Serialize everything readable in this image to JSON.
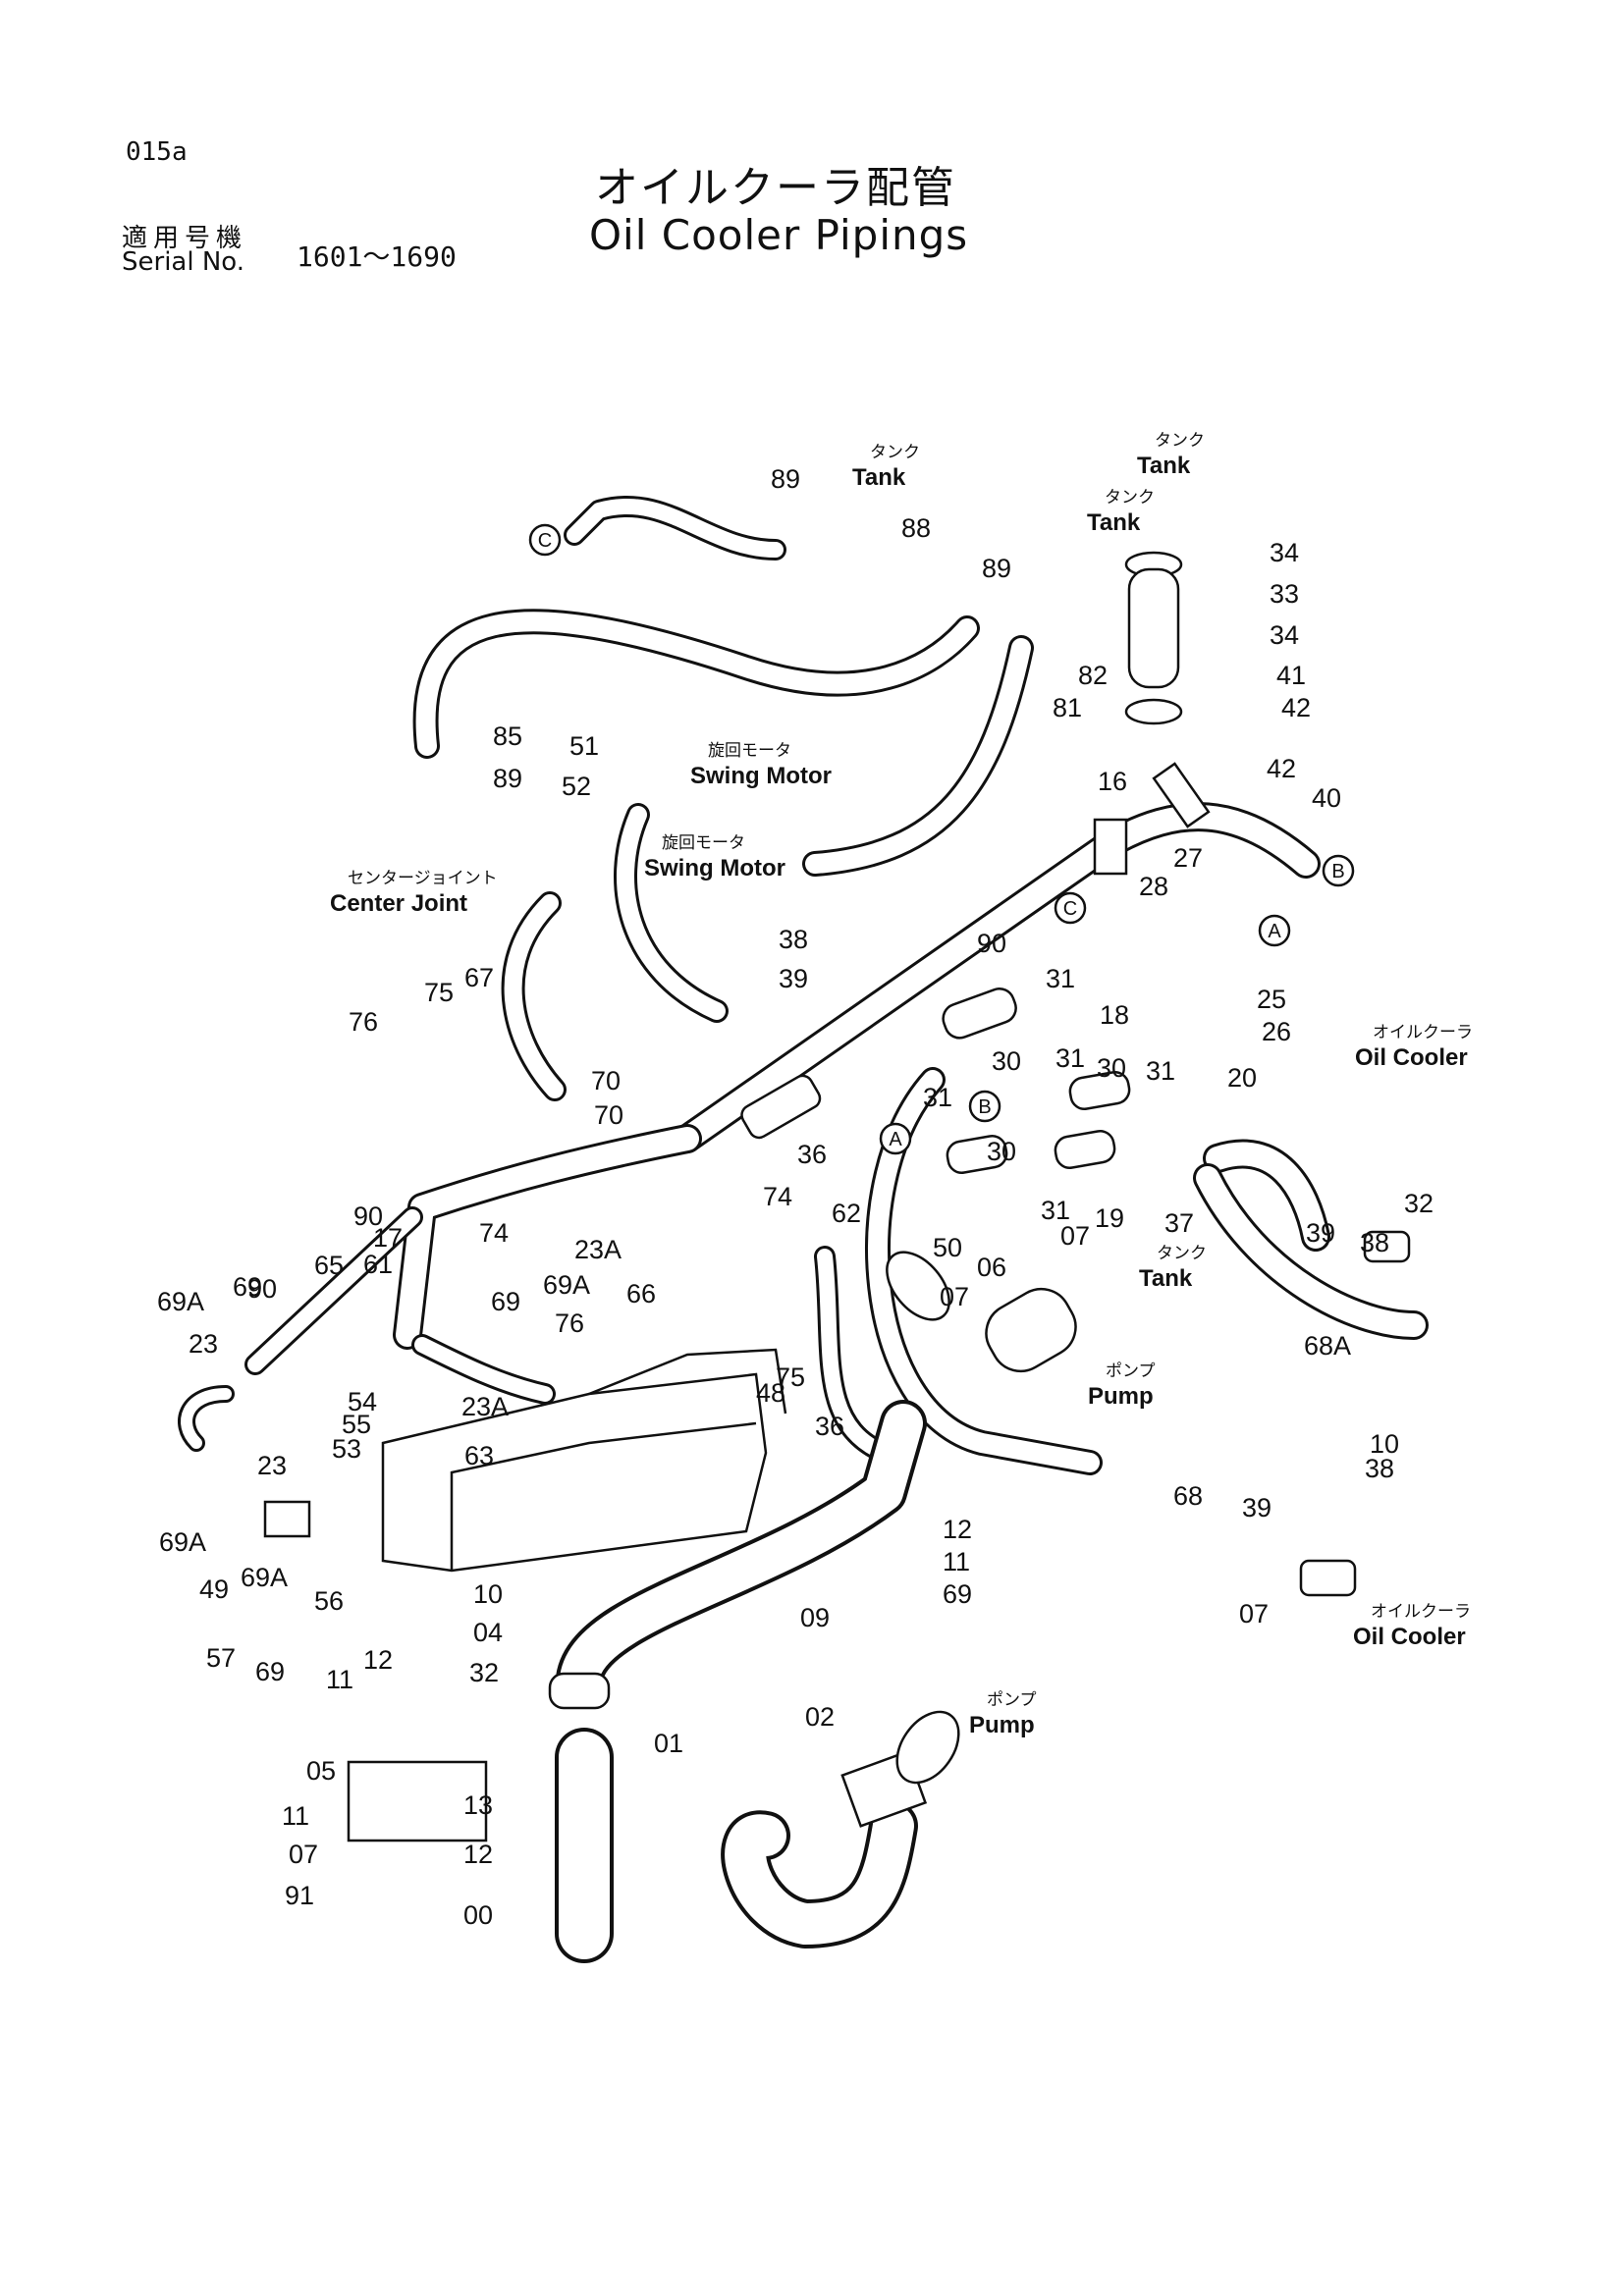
{
  "header": {
    "page_code": "015a",
    "title_jp": "オイルクーラ配管",
    "title_en": "Oil Cooler Pipings",
    "serial_label_jp": "適用号機",
    "serial_label_en": "Serial No.",
    "serial_range": "1601～1690"
  },
  "destinations": [
    {
      "jp": "タンク",
      "en": "Tank"
    },
    {
      "jp": "タンク",
      "en": "Tank"
    },
    {
      "jp": "タンク",
      "en": "Tank"
    },
    {
      "jp": "旋回モータ",
      "en": "Swing Motor"
    },
    {
      "jp": "旋回モータ",
      "en": "Swing Motor"
    },
    {
      "jp": "センタージョイント",
      "en": "Center Joint"
    },
    {
      "jp": "オイルクーラ",
      "en": "Oil Cooler"
    },
    {
      "jp": "タンク",
      "en": "Tank"
    },
    {
      "jp": "ポンプ",
      "en": "Pump"
    },
    {
      "jp": "オイルクーラ",
      "en": "Oil Cooler"
    },
    {
      "jp": "ポンプ",
      "en": "Pump"
    }
  ],
  "connectors": [
    "C",
    "B",
    "C",
    "A",
    "B",
    "A"
  ],
  "part_labels": [
    "89",
    "88",
    "89",
    "82",
    "81",
    "34",
    "33",
    "34",
    "41",
    "42",
    "42",
    "40",
    "85",
    "89",
    "51",
    "52",
    "16",
    "27",
    "28",
    "90",
    "25",
    "26",
    "38",
    "39",
    "67",
    "75",
    "76",
    "70",
    "18",
    "31",
    "30",
    "31",
    "30",
    "31",
    "20",
    "70",
    "36",
    "31",
    "30",
    "31",
    "07",
    "19",
    "37",
    "39",
    "32",
    "38",
    "74",
    "74",
    "62",
    "50",
    "06",
    "07",
    "90",
    "17",
    "61",
    "65",
    "90",
    "69",
    "69A",
    "23",
    "23A",
    "66",
    "69",
    "69A",
    "76",
    "75",
    "48",
    "54",
    "55",
    "53",
    "23",
    "23A",
    "63",
    "36",
    "68A",
    "68",
    "39",
    "38",
    "10",
    "12",
    "11",
    "69",
    "69A",
    "49",
    "69A",
    "56",
    "57",
    "69",
    "11",
    "12",
    "10",
    "04",
    "32",
    "09",
    "07",
    "05",
    "13",
    "12",
    "11",
    "07",
    "91",
    "00",
    "01",
    "02"
  ]
}
